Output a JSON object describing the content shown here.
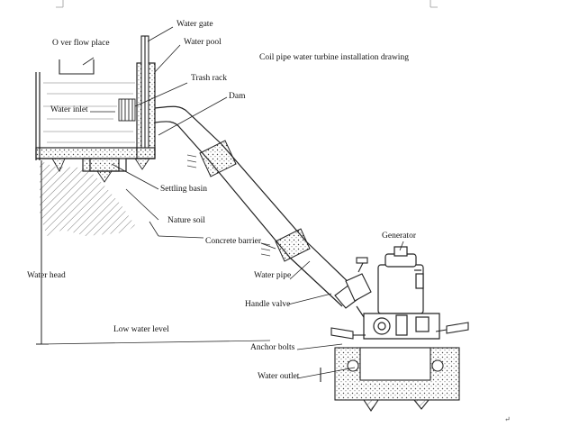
{
  "title": "Coil pipe water turbine installation drawing",
  "labels": {
    "water_gate": "Water gate",
    "overflow_place": "O ver flow place",
    "water_pool": "Water pool",
    "trash_rack": "Trash rack",
    "water_inlet": "Water inlet",
    "dam": "Dam",
    "settling_basin": "Settling basin",
    "nature_soil": "Nature soil",
    "concrete_barrier": "Concrete barrier",
    "generator": "Generator",
    "water_head": "Water head",
    "water_pipe": "Water pipe",
    "handle_valve": "Handle valve",
    "low_water_level": "Low water level",
    "anchor_bolts": "Anchor bolts",
    "water_outlet": "Water outlet"
  },
  "paragraph_mark": "↵",
  "colors": {
    "line": "#222222",
    "hatch": "#555555"
  }
}
